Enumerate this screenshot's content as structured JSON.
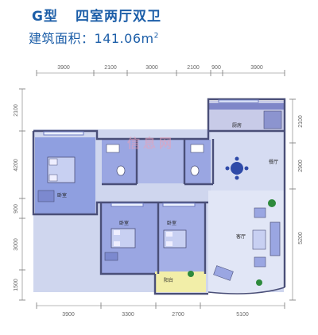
{
  "title": {
    "type": "G型",
    "layout": "四室两厅双卫"
  },
  "area": {
    "label": "建筑面积：",
    "value": "141.06",
    "unit": "m",
    "unit_sup": "2"
  },
  "dims": {
    "top": [
      "3900",
      "2100",
      "3000",
      "2100",
      "900",
      "3900"
    ],
    "bottom": [
      "3900",
      "3300",
      "2700",
      "5100"
    ],
    "left": [
      "2100",
      "4200",
      "900",
      "3000",
      "1500"
    ],
    "right": [
      "2100",
      "2900",
      "5200"
    ]
  },
  "rooms": {
    "kitchen": "厨房",
    "dining": "餐厅",
    "master": "卧室",
    "bedroom_a": "卧室",
    "bedroom_b": "卧室",
    "living": "客厅",
    "balcony": "阳台"
  },
  "watermark": "信息网"
}
